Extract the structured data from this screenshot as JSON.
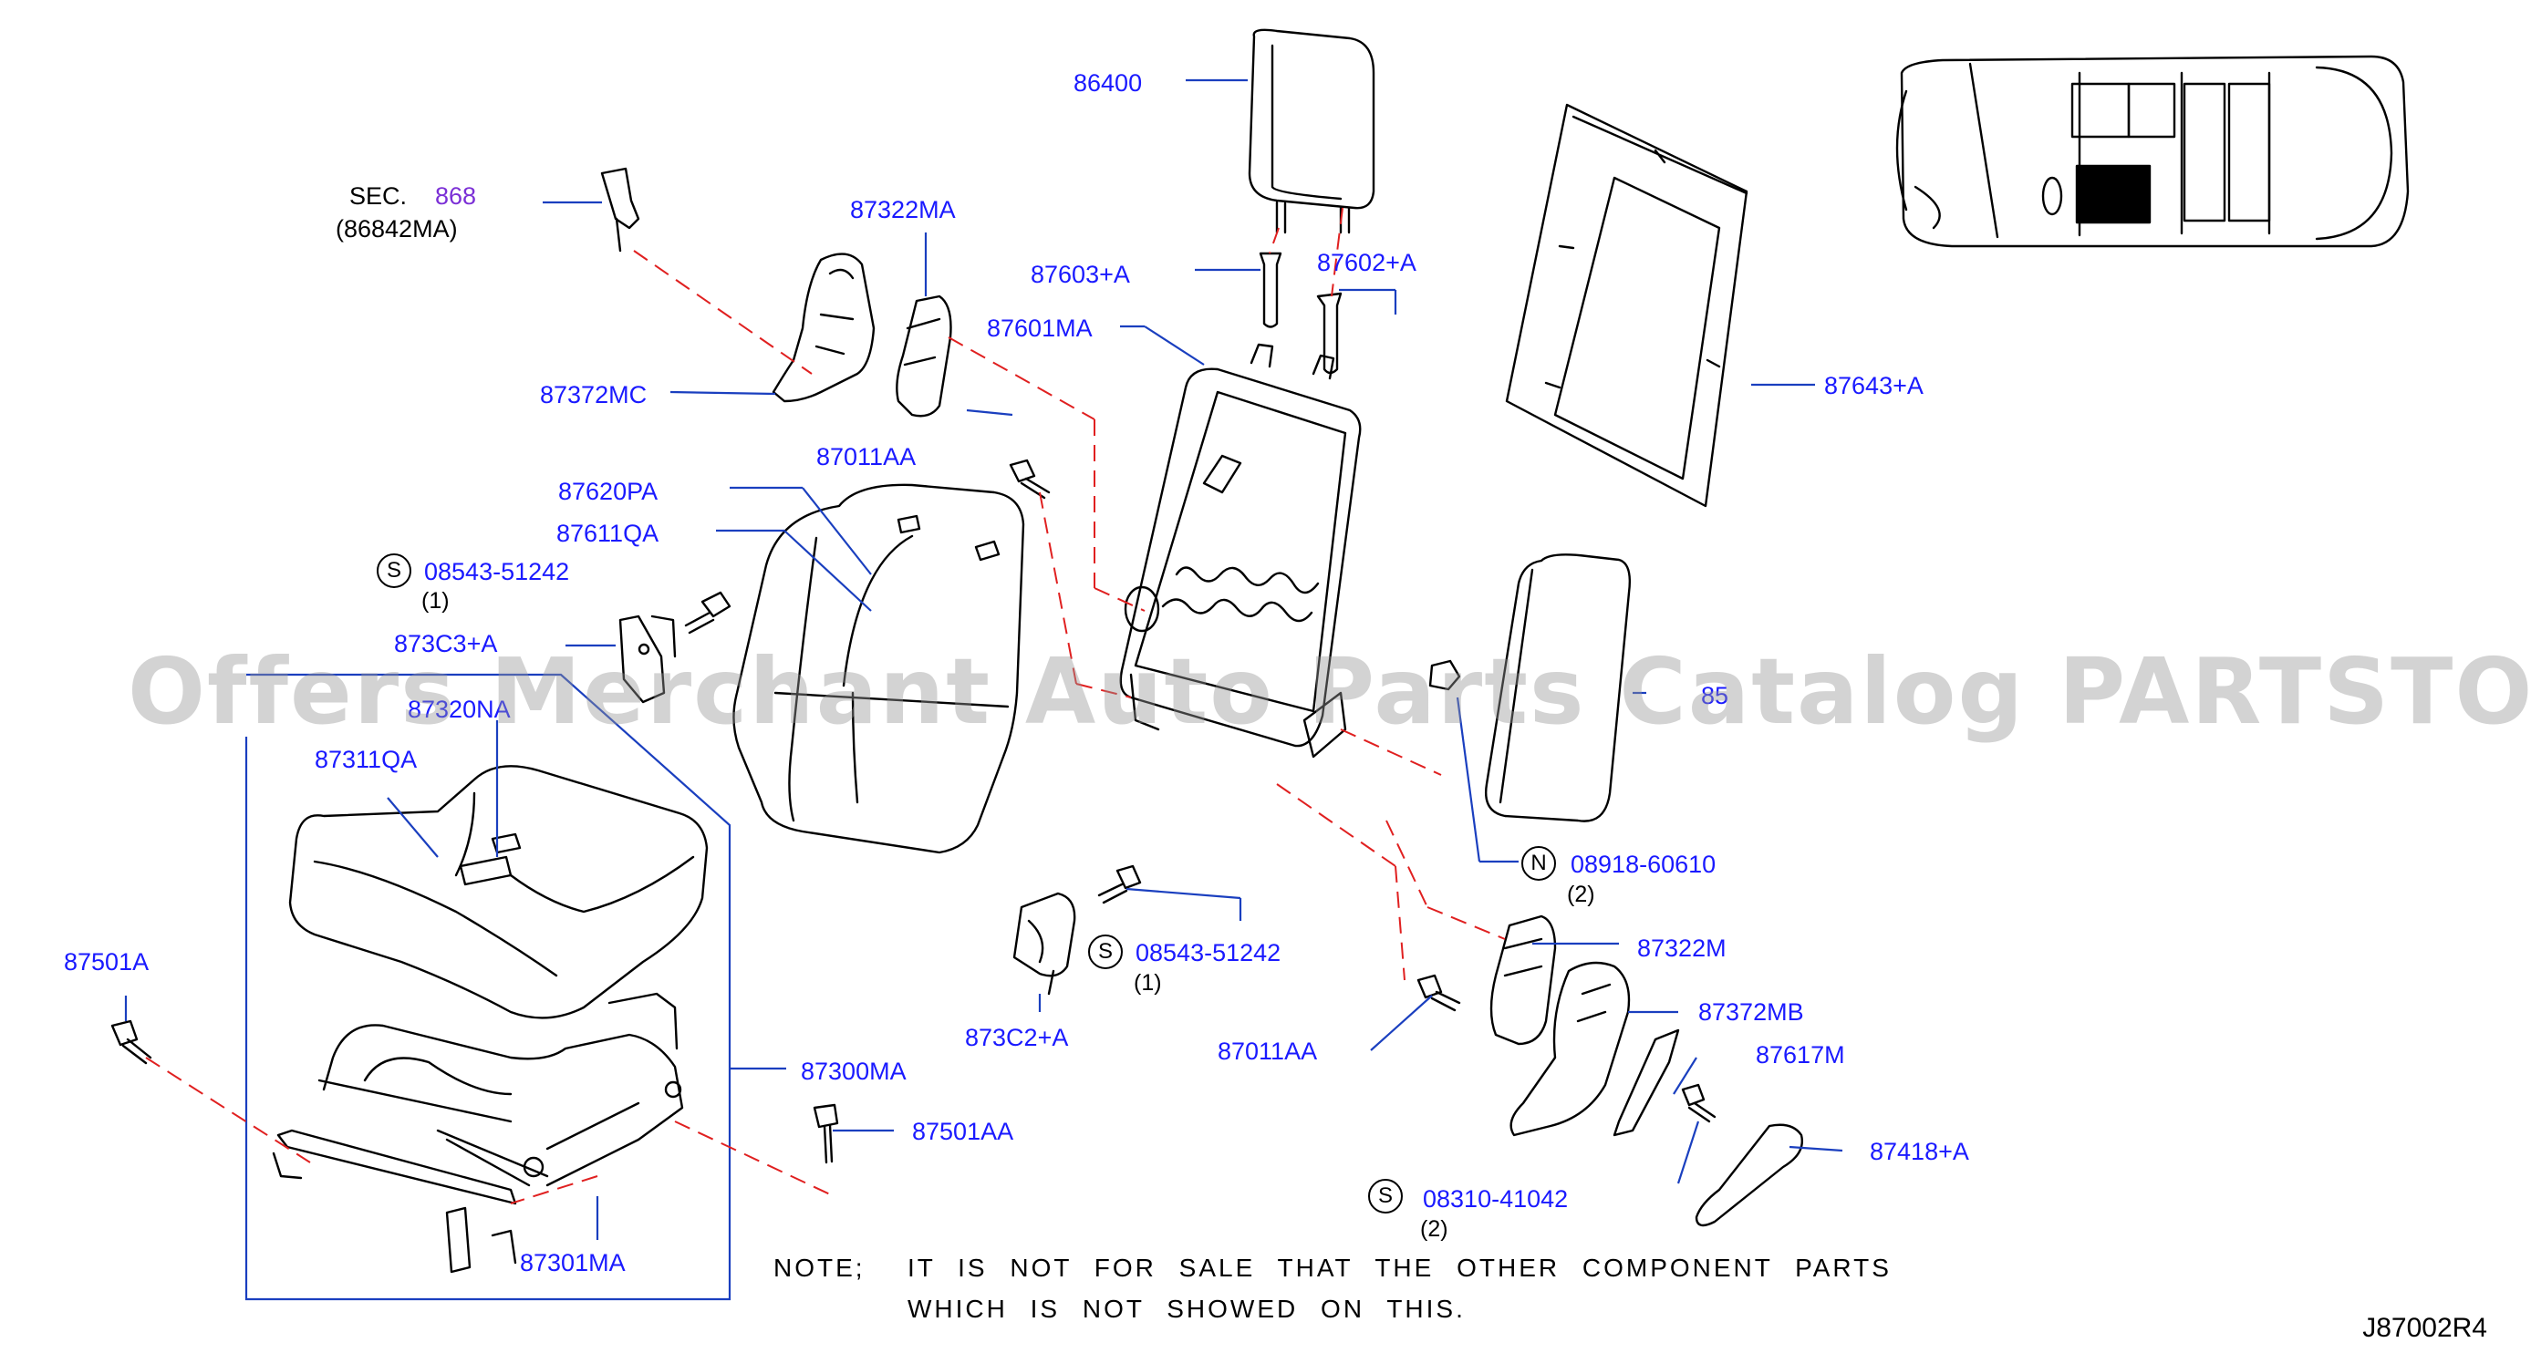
{
  "labels": {
    "sec_prefix": "SEC.",
    "sec_number": "868",
    "sec_sub": "(86842MA)",
    "p86400": "86400",
    "p87322ma": "87322MA",
    "p87603a": "87603+A",
    "p87602a": "87602+A",
    "p87601ma": "87601MA",
    "p87372mc": "87372MC",
    "p87643a": "87643+A",
    "p87011aa_top": "87011AA",
    "p87620pa": "87620PA",
    "p87611qa": "87611QA",
    "p08543_top": "08543-51242",
    "q08543_top": "(1)",
    "p873c3a": "873C3+A",
    "p87320na": "87320NA",
    "p87311qa": "87311QA",
    "p85": "85",
    "p08918": "08918-60610",
    "q08918": "(2)",
    "p08543_mid": "08543-51242",
    "q08543_mid": "(1)",
    "p873c2a": "873C2+A",
    "p87322m": "87322M",
    "p87372mb": "87372MB",
    "p87501a": "87501A",
    "p87011aa_bot": "87011AA",
    "p87617m": "87617M",
    "p87300ma": "87300MA",
    "p87501aa": "87501AA",
    "p87418a": "87418+A",
    "p08310": "08310-41042",
    "q08310": "(2)",
    "p87301ma": "87301MA"
  },
  "badges": {
    "s": "S",
    "n": "N"
  },
  "note": {
    "prefix": "NOTE;",
    "line1": "IT IS NOT FOR SALE THAT THE OTHER COMPONENT PARTS",
    "line2": "WHICH IS NOT SHOWED ON THIS."
  },
  "watermark": "Offers Merchant Auto Parts Catalog PARTSTORE.SA",
  "diagram_code": "J87002R4",
  "colors": {
    "label_blue": "#1a1aff",
    "section_purple": "#7b2fd6",
    "leader_line": "#1a3fbf",
    "dash_red": "#e02020",
    "drawing": "#000000"
  }
}
